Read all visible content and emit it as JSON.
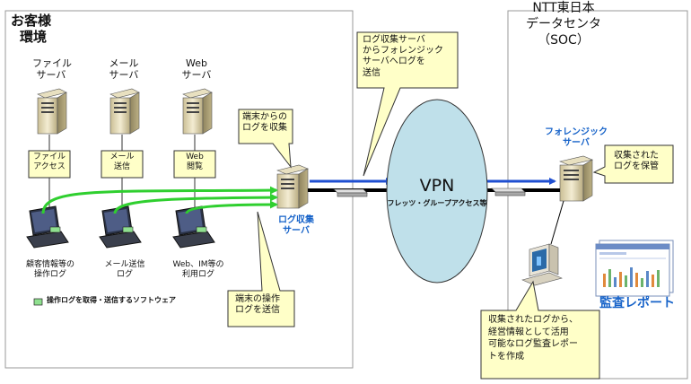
{
  "customer_region": {
    "title_line1": "お客様",
    "title_line2": "環境"
  },
  "ntt_region": {
    "title_line1": "NTT東日本",
    "title_line2": "データセンタ",
    "title_line3": "（SOC）"
  },
  "servers": [
    {
      "line1": "ファイル",
      "line2": "サーバ",
      "action_line1": "ファイル",
      "action_line2": "アクセス"
    },
    {
      "line1": "メール",
      "line2": "サーバ",
      "action_line1": "メール",
      "action_line2": "送信"
    },
    {
      "line1": "Web",
      "line2": "サーバ",
      "action_line1": "Web",
      "action_line2": "閲覧"
    }
  ],
  "laptops": [
    {
      "line1": "顧客情報等の",
      "line2": "操作ログ"
    },
    {
      "line1": "メール送信",
      "line2": "ログ"
    },
    {
      "line1": "Web、IM等の",
      "line2": "利用ログ"
    }
  ],
  "legend": {
    "label": "操作ログを取得・送信するソフトウェア"
  },
  "log_server": {
    "line1": "ログ収集",
    "line2": "サーバ"
  },
  "callouts": {
    "collect_from_terminal": {
      "line1": "端末からの",
      "line2": "ログを収集"
    },
    "send_terminal_log": {
      "line1": "端末の操作",
      "line2": "ログを送信"
    },
    "send_to_forensic": {
      "line1": "ログ収集サーバ",
      "line2": "からフォレンジック",
      "line3": "サーバへログを",
      "line4": "送信"
    },
    "stored": {
      "line1": "収集された",
      "line2": "ログを保管"
    },
    "report": {
      "line1": "収集されたログから、",
      "line2": "経営情報として活用",
      "line3": "可能なログ監査レポー",
      "line4": "トを作成"
    }
  },
  "vpn": {
    "title": "VPN",
    "subtitle": "フレッツ・グループアクセス等"
  },
  "forensic_server": {
    "line1": "フォレンジック",
    "line2": "サーバ"
  },
  "audit_report": {
    "label": "監査レポート"
  },
  "colors": {
    "blue_link": "#1f4fd1",
    "green_flow": "#2fcf2f",
    "vpn_fill": "#bfe0ea",
    "callout_fill": "#ffffc8",
    "title_blue": "#1763c9"
  }
}
